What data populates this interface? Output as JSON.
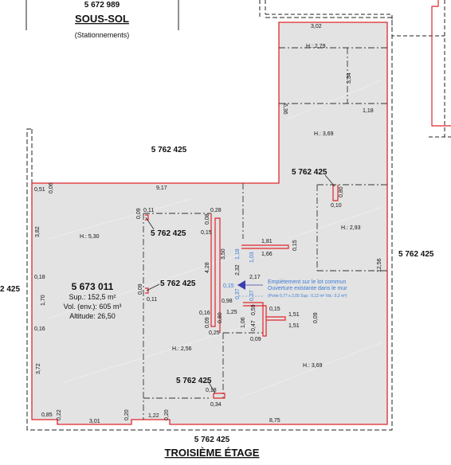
{
  "header": {
    "top_lot": "5 672 989",
    "level_title": "SOUS-SOL",
    "level_subtitle": "(Stationnements)"
  },
  "footer": {
    "bottom_lot": "5 762 425",
    "level_title": "TROISIÈME ÉTAGE"
  },
  "neighbour_lots": {
    "upper": "5 762 425",
    "right": "5 762 425",
    "left_partial": "2 425",
    "interior_a": "5 762 425",
    "interior_b": "5 762 425",
    "interior_c": "5 762 425",
    "interior_d": "5 762 425"
  },
  "main_lot": {
    "number": "5 673 011",
    "surface": "Sup.: 152,5 m²",
    "volume": "Vol. (env.): 605 m³",
    "altitude": "Altitude: 26,50"
  },
  "heights": {
    "h1": "H.: 2,79",
    "h2": "H.: 3,69",
    "h3": "H.: 5,30",
    "h4": "H.: 2,93",
    "h5": "H.: 2,56",
    "h6": "H.: 3,69"
  },
  "note": {
    "line1": "Empiètement sur le lot commun",
    "line2": "Ouverture existante dans le mur",
    "line3": "(Porte 0,77 x 2,05   Sup.: 0,12 m²   Vol.: 0,2 m³)"
  },
  "dimensions": {
    "d302": "3,02",
    "d334": "3,34",
    "d636": "6,36",
    "d118": "1,18",
    "d917": "9,17",
    "d051": "0,51",
    "d006": "0,06",
    "d080": "0,80",
    "d010": "0,10",
    "d382": "3,82",
    "d018": "0,18",
    "d170": "1,70",
    "d016": "0,16",
    "d372": "3,72",
    "d085": "0,85",
    "d022": "0,22",
    "d301": "3,01",
    "d020a": "0,20",
    "d122": "1,22",
    "d020b": "0,20",
    "d875": "8,75",
    "d009a": "0,09",
    "d011a": "0,11",
    "d028": "0,28",
    "d008": "0,08",
    "d015a": "0,15",
    "d428": "4,28",
    "d350": "3,50",
    "d232": "2,32",
    "d217": "2,17",
    "d118b": "1,18",
    "d103": "1,03",
    "d181": "1,81",
    "d166": "1,66",
    "d015b": "0,15",
    "d293": "12,56",
    "d009b": "0,09",
    "d011b": "0,11",
    "d015c": "0,15",
    "d037a": "0,37",
    "d037b": "0,37",
    "d098": "0,98",
    "d016b": "0,16",
    "d009c": "0,09",
    "d080b": "0,80",
    "d125": "1,25",
    "d025": "0,25",
    "d106": "1,06",
    "d047": "0,47",
    "d059": "0,59",
    "d015d": "0,15",
    "d151a": "1,51",
    "d151b": "1,51",
    "d009d": "0,09",
    "d009e": "0,09",
    "d018b": "0,18",
    "d034": "0,34"
  },
  "colors": {
    "outline": "#e0262b",
    "fill": "#e3e3e3",
    "dash": "#222222",
    "blue_text": "#3a7bd5",
    "arrow": "#3b3fb0"
  }
}
